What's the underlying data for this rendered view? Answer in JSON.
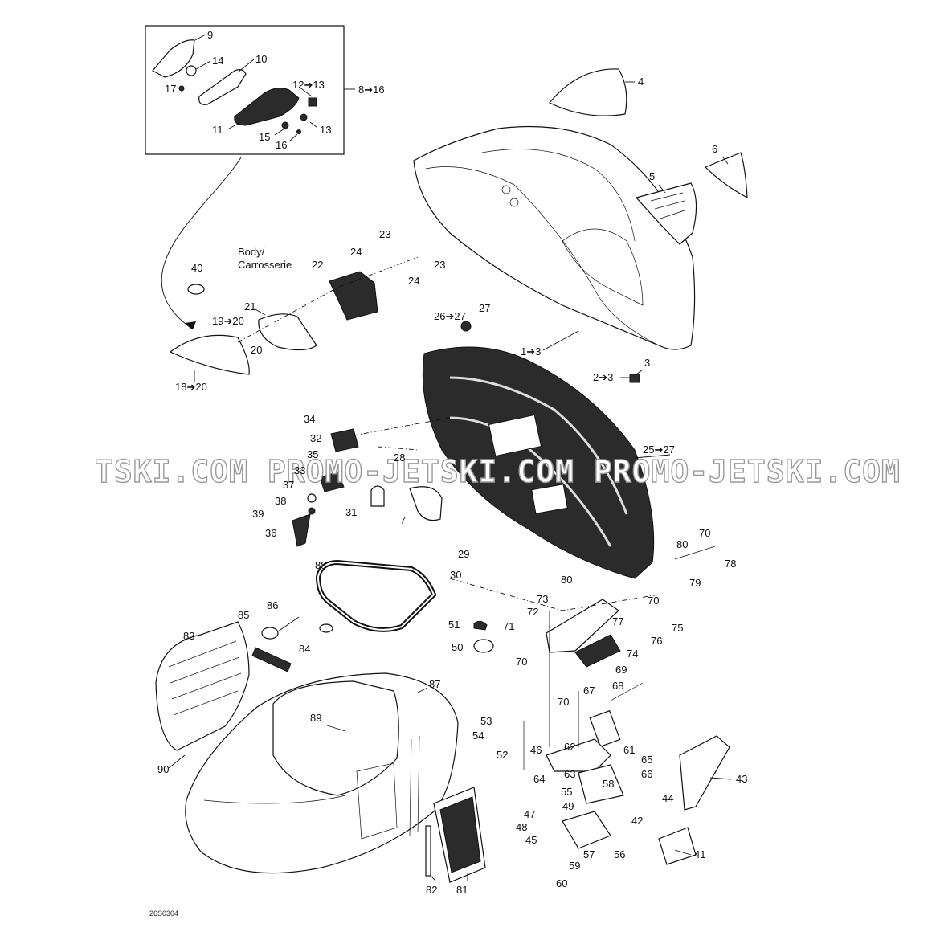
{
  "diagram": {
    "watermark": "TSKI.COM  PROMO-JETSKI.COM  PROMO-JETSKI.COM",
    "drawing_code": "26S0304",
    "body_label_line1": "Body/",
    "body_label_line2": "Carrosserie",
    "labels": {
      "l9": "9",
      "l10": "10",
      "l14": "14",
      "l17": "17",
      "l12_13": "12➔13",
      "l8_16": "8➔16",
      "l11": "11",
      "l15": "15",
      "l13": "13",
      "l16": "16",
      "l4": "4",
      "l6": "6",
      "l5": "5",
      "l1_3": "1➔3",
      "l3": "3",
      "l2_3": "2➔3",
      "l23a": "23",
      "l23b": "23",
      "l24a": "24",
      "l24b": "24",
      "l22": "22",
      "l40": "40",
      "l21": "21",
      "l19_20": "19➔20",
      "l20": "20",
      "l18_20": "18➔20",
      "l26_27": "26➔27",
      "l27": "27",
      "l34": "34",
      "l32": "32",
      "l35": "35",
      "l28": "28",
      "l33": "33",
      "l37": "37",
      "l38": "38",
      "l39": "39",
      "l36": "36",
      "l31": "31",
      "l7": "7",
      "l25_27": "25➔27",
      "l29": "29",
      "l30": "30",
      "l80a": "80",
      "l70a": "70",
      "l78": "78",
      "l80b": "80",
      "l79": "79",
      "l73": "73",
      "l72": "72",
      "l70b": "70",
      "l77": "77",
      "l75": "75",
      "l71": "71",
      "l70c": "70",
      "l76": "76",
      "l74": "74",
      "l69": "69",
      "l68": "68",
      "l67": "67",
      "l70d": "70",
      "l88": "88",
      "l86": "86",
      "l85": "85",
      "l83": "83",
      "l84": "84",
      "l51": "51",
      "l50": "50",
      "l87": "87",
      "l89": "89",
      "l90": "90",
      "l53": "53",
      "l54": "54",
      "l52": "52",
      "l46": "46",
      "l62": "62",
      "l61": "61",
      "l65": "65",
      "l63": "63",
      "l64": "64",
      "l66": "66",
      "l58": "58",
      "l55": "55",
      "l43": "43",
      "l44": "44",
      "l49": "49",
      "l47": "47",
      "l48": "48",
      "l42": "42",
      "l45": "45",
      "l57": "57",
      "l56": "56",
      "l41": "41",
      "l59": "59",
      "l60": "60",
      "l82": "82",
      "l81": "81"
    }
  }
}
